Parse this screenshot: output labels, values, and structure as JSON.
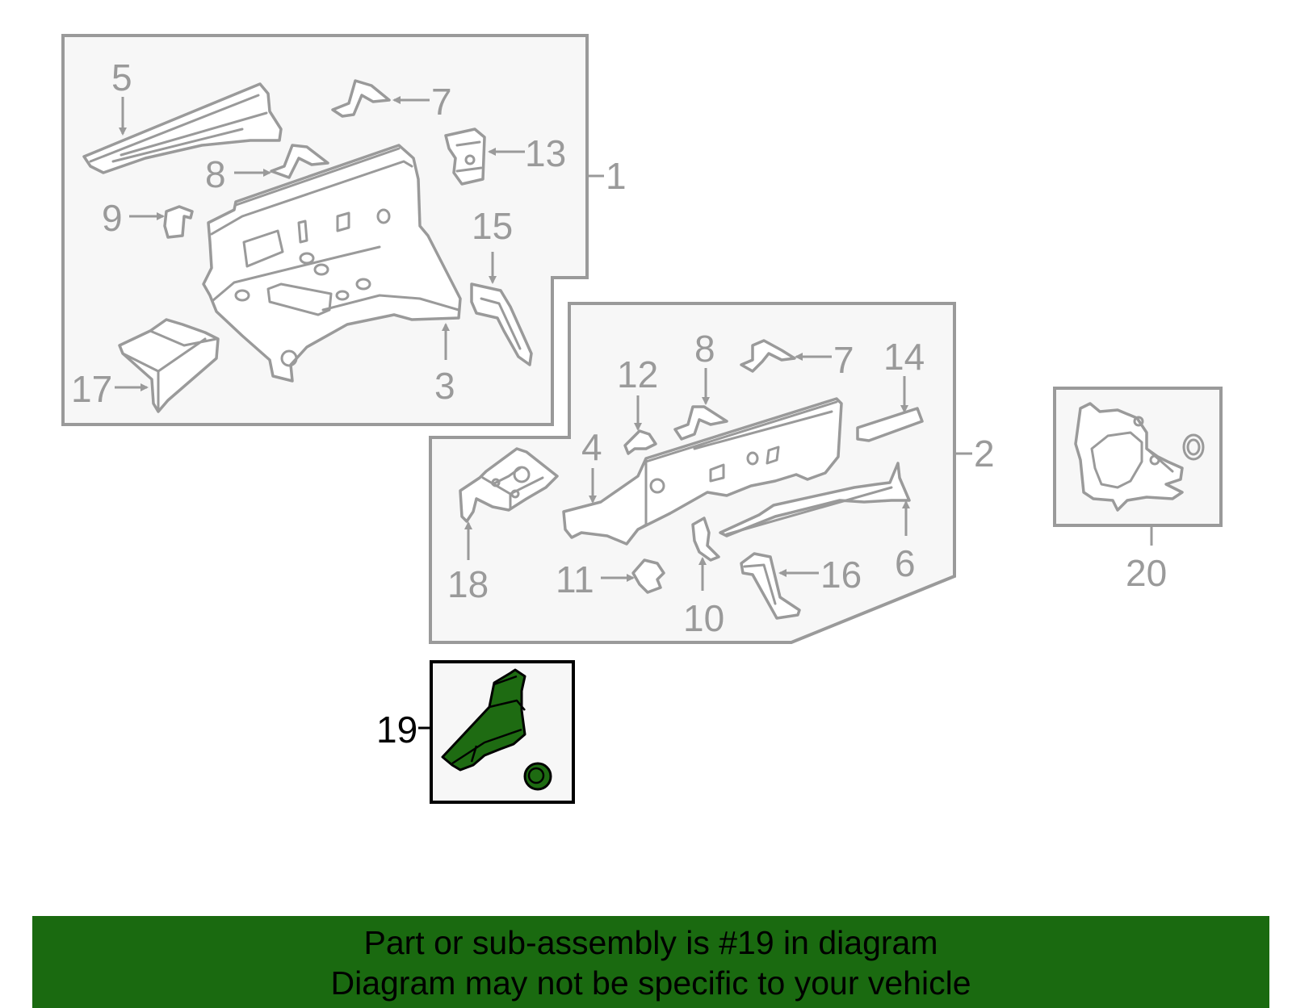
{
  "callouts": {
    "c1": "1",
    "c2": "2",
    "c3": "3",
    "c4": "4",
    "c5": "5",
    "c6": "6",
    "c7a": "7",
    "c7b": "7",
    "c8a": "8",
    "c8b": "8",
    "c9": "9",
    "c10": "10",
    "c11": "11",
    "c12": "12",
    "c13": "13",
    "c14": "14",
    "c15": "15",
    "c16": "16",
    "c17": "17",
    "c18": "18",
    "c19": "19",
    "c20": "20"
  },
  "highlight": {
    "part_number": "19",
    "fill_color": "#1e6b12"
  },
  "banner": {
    "line1": "Part or sub-assembly is #19 in diagram",
    "line2": "Diagram may not be specific to your vehicle",
    "color": "#1a6a10"
  }
}
